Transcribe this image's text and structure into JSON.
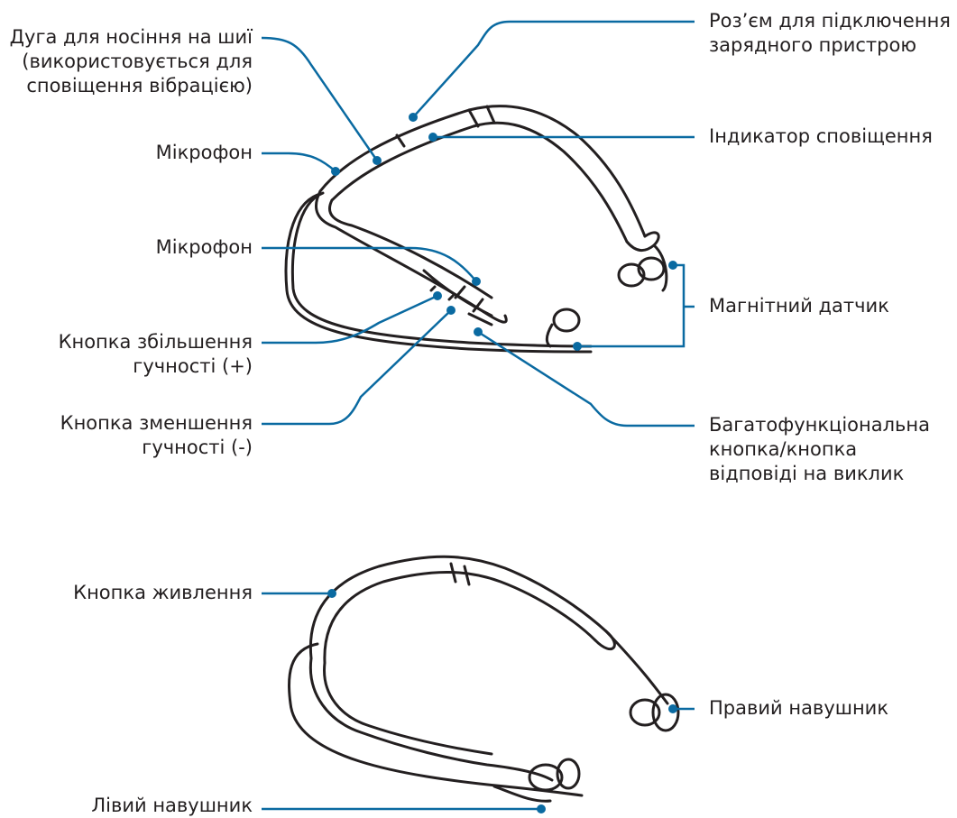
{
  "labels": {
    "neck_band": [
      "Дуга для носіння на шиї",
      "(використовується для",
      "сповіщення вібрацією)"
    ],
    "mic_top": "Мікрофон",
    "mic_mid": "Мікрофон",
    "vol_up": [
      "Кнопка збільшення",
      "гучності (+)"
    ],
    "vol_down": [
      "Кнопка зменшення",
      "гучності (-)"
    ],
    "charger_port": [
      "Роз’єм для підключення",
      "зарядного пристрою"
    ],
    "notif_light": "Індикатор сповіщення",
    "magnet": "Магнітний датчик",
    "multi_button": [
      "Багатофункціональна",
      "кнопка/кнопка",
      "відповіді на виклик"
    ],
    "power_button": "Кнопка живлення",
    "right_earbud": "Правий навушник",
    "left_earbud": "Лівий навушник"
  },
  "colors": {
    "leader": "#0a6aa1",
    "outline": "#231f20",
    "text": "#231f20"
  }
}
